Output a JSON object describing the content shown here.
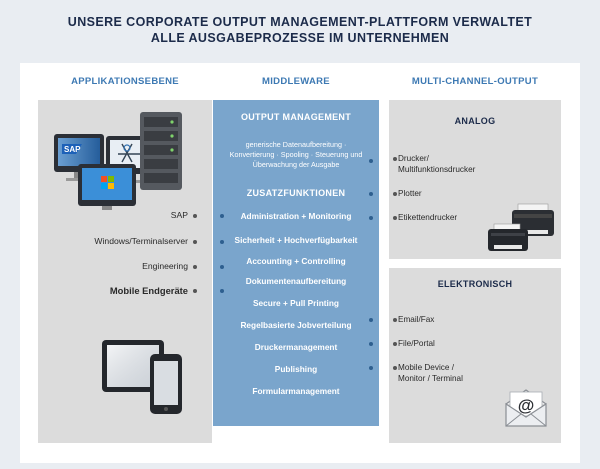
{
  "headline": {
    "line1": "UNSERE CORPORATE OUTPUT MANAGEMENT-PLATTFORM VERWALTET",
    "line2": "ALLE AUSGABEPROZESSE IM UNTERNEHMEN"
  },
  "columns": {
    "left": "APPLIKATIONSEBENE",
    "middle": "MIDDLEWARE",
    "right": "MULTI-CHANNEL-OUTPUT"
  },
  "applications": [
    {
      "label": "SAP"
    },
    {
      "label": "Windows/Terminalserver"
    },
    {
      "label": "Engineering"
    },
    {
      "label": "Mobile Endgeräte"
    }
  ],
  "app_logos": {
    "sap": "SAP"
  },
  "middleware": {
    "title": "OUTPUT MANAGEMENT",
    "description": "generische Datenaufbereitung · Konvertierung · Spooling · Steuerung und Überwachung der Ausgabe",
    "subtitle": "ZUSATZFUNKTIONEN",
    "functions": [
      "Administration + Monitoring",
      "Sicherheit + Hochverfügbarkeit",
      "Accounting + Controlling",
      "Dokumentenaufbereitung",
      "Secure + Pull Printing",
      "Regelbasierte Jobverteilung",
      "Druckermanagement",
      "Publishing",
      "Formularmanagement"
    ]
  },
  "output": {
    "analog": {
      "title": "ANALOG",
      "items": [
        "Drucker/\nMultifunktionsdrucker",
        "Plotter",
        "Etikettendrucker"
      ]
    },
    "electronic": {
      "title": "ELEKTRONISCH",
      "items": [
        "Email/Fax",
        "File/Portal",
        "Mobile Device /\nMonitor / Terminal"
      ]
    }
  },
  "icons": {
    "monitors": "monitor-icon",
    "server": "server-icon",
    "tablet": "tablet-icon",
    "smartphone": "smartphone-icon",
    "printer": "printer-icon",
    "email": "email-envelope-icon"
  },
  "colors": {
    "headline": "#1c2b4a",
    "column_head": "#3d79b3",
    "middleware_bg": "#7aa5cc",
    "side_bg": "#dcdcdc",
    "page_bg": "#e9edf2"
  }
}
